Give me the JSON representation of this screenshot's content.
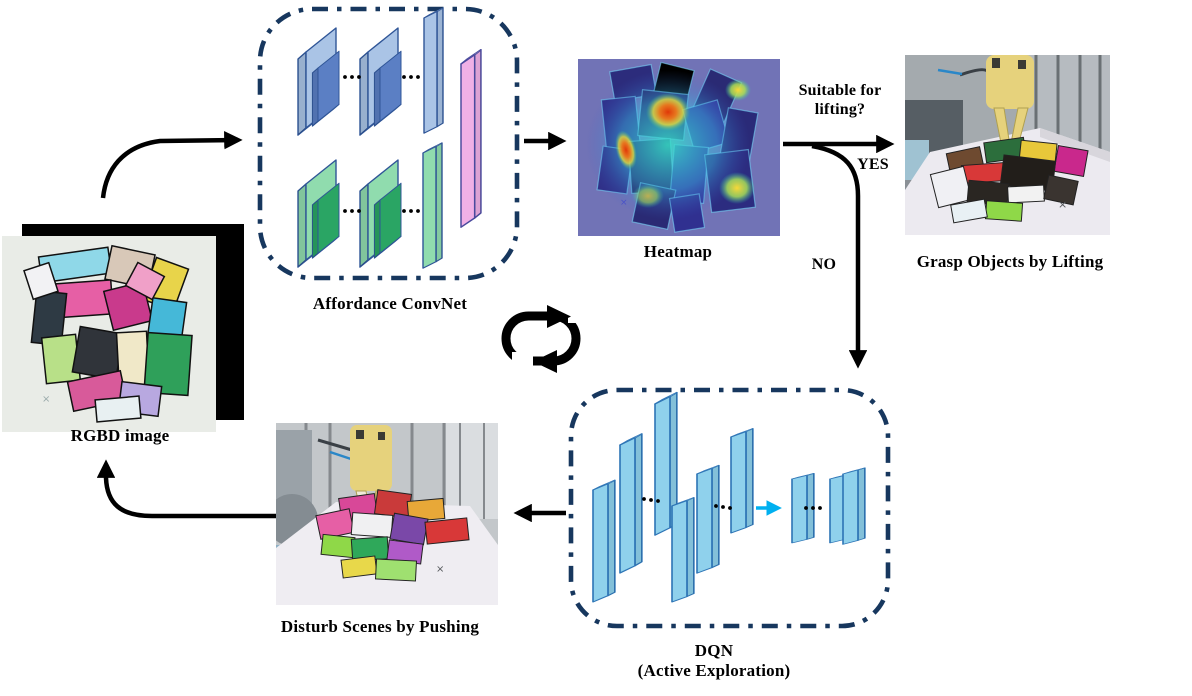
{
  "figure": {
    "labels": {
      "rgbd": "RGBD image",
      "convnet": "Affordance ConvNet",
      "heatmap": "Heatmap",
      "decision": "Suitable for lifting?",
      "yes": "YES",
      "no": "NO",
      "grasp": "Grasp Objects by Lifting",
      "dqn": "DQN",
      "dqn_sub": "(Active Exploration)",
      "push": "Disturb Scenes by Pushing"
    },
    "icons": {
      "loop": "loop-cycle-icon"
    },
    "colors": {
      "dashed_box": "#17375e",
      "arrow_black": "#000000",
      "dqn_inner_arrow_cyan": "#00b0f0",
      "conv_blue_light": "#aac4e6",
      "conv_blue_dark": "#5b7fc4",
      "conv_green_light": "#90dcae",
      "conv_green_dark": "#2aa564",
      "output_slab_pink": "#f0b0e6",
      "dqn_slab_blue": "#8fd1ec",
      "dqn_slab_stroke": "#2e75b6",
      "heatmap_background": "#7173b6"
    }
  }
}
